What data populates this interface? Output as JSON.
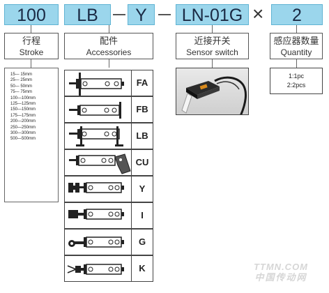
{
  "model_code": {
    "stroke": "100",
    "accessory": "LB",
    "dash1": "-",
    "sensor_type": "Y",
    "dash2": "-",
    "sensor_model": "LN-01G",
    "times": "×",
    "quantity": "2"
  },
  "labels": {
    "stroke": {
      "cn": "行程",
      "en": "Stroke"
    },
    "accessories": {
      "cn": "配件",
      "en": "Accessories"
    },
    "sensor": {
      "cn": "近接开关",
      "en": "Sensor switch"
    },
    "quantity": {
      "cn": "感应器数量",
      "en": "Quantity"
    }
  },
  "stroke_options": [
    "15— 15mm",
    "25— 25mm",
    "50— 50mm",
    "75— 75mm",
    "100—100mm",
    "125—125mm",
    "150—150mm",
    "175—175mm",
    "200—200mm",
    "250—250mm",
    "300—300mm",
    "500—500mm"
  ],
  "accessories": [
    {
      "code": "FA",
      "icon": "front-flange-cylinder-icon"
    },
    {
      "code": "FB",
      "icon": "rear-flange-cylinder-icon"
    },
    {
      "code": "LB",
      "icon": "foot-mount-cylinder-icon"
    },
    {
      "code": "CU",
      "icon": "clevis-bracket-cylinder-icon"
    },
    {
      "code": "Y",
      "icon": "y-joint-cylinder-icon"
    },
    {
      "code": "I",
      "icon": "i-joint-cylinder-icon"
    },
    {
      "code": "G",
      "icon": "ring-joint-cylinder-icon"
    },
    {
      "code": "K",
      "icon": "floating-joint-cylinder-icon"
    }
  ],
  "quantity_options": [
    "1:1pc",
    "2:2pcs"
  ],
  "sensor_image": "proximity-sensor-photo",
  "watermark": {
    "line1": "TTMN.COM",
    "line2": "中国传动网"
  },
  "colors": {
    "code_box_fill": "#9bd6ec",
    "code_box_border": "#5fb3d3"
  }
}
